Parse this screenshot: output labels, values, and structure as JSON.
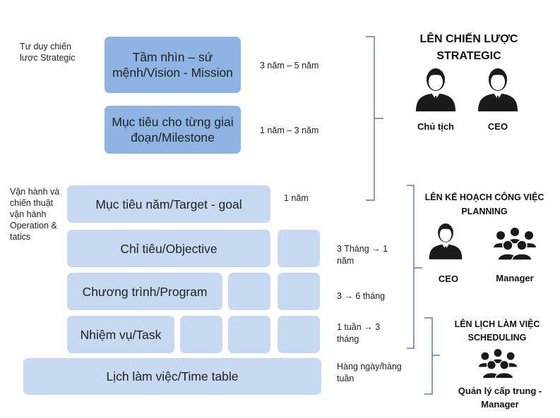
{
  "side_labels": {
    "strategic": "Tư duy chiến lược Strategic",
    "operation": "Vận hành và chiến thuật vận hành Operation & tatics"
  },
  "pyramid": {
    "vision": "Tầm nhìn – sứ mệnh/Vision - Mission",
    "milestone": "Mục tiêu cho từng giai đoạn/Milestone",
    "target": "Mục tiêu năm/Target - goal",
    "objective": "Chỉ tiêu/Objective",
    "program": "Chương trình/Program",
    "task": "Nhiệm vụ/Task",
    "timetable": "Lịch làm việc/Time table"
  },
  "durations": {
    "vision": "3 năm – 5 năm",
    "milestone": "1 năm – 3 năm",
    "target": "1 năm",
    "objective": "3  Tháng → 1 năm",
    "program": "3 → 6 tháng",
    "task": "1 tuần → 3 tháng",
    "timetable": "Hàng ngày/hàng tuần"
  },
  "strategic": {
    "title": "LÊN CHIẾN LƯỢC STRATEGIC",
    "roles": [
      "Chủ tịch",
      "CEO"
    ],
    "icons": [
      "person-icon",
      "person-icon"
    ]
  },
  "planning": {
    "title": "LÊN KẾ HOẠCH CÔNG VIỆC PLANNING",
    "roles": [
      "CEO",
      "Manager"
    ],
    "icons": [
      "person-icon",
      "group-icon"
    ]
  },
  "scheduling": {
    "title": "LÊN LỊCH LÀM VIỆC SCHEDULING",
    "roles": [
      "Quản lý cấp trung - Manager"
    ],
    "icons": [
      "group-icon"
    ]
  },
  "colors": {
    "dark_box": "#8eb4e3",
    "light_box": "#c6d9f1",
    "bracket": "#5b7fb0",
    "icon": "#1a1a1a"
  }
}
